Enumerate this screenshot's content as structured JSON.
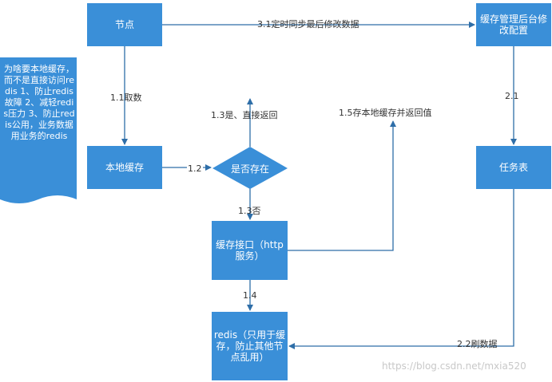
{
  "nodes": {
    "node": "节点",
    "cache_mgmt": "缓存管理后台修改配置",
    "local_cache": "本地缓存",
    "task_table": "任务表",
    "decision": "是否存在",
    "cache_api": "缓存接口（http服务）",
    "redis": "redis（只用于缓存，防止其他节点乱用）"
  },
  "edges": {
    "e31": "3.1定时同步最后修改数据",
    "e11": "1.1取数",
    "e21": "2.1",
    "e13_yes": "1.3是、直接返回",
    "e15": "1.5存本地缓存并返回值",
    "e12": "1.2",
    "e13_no": "1.3否",
    "e14": "1.4",
    "e22": "2.2刷数据"
  },
  "note": {
    "text": "为啥要本地缓存，而不是直接访问redis 1、防止redis故障 2、减轻redis压力 3、防止redis公用，业务数据用业务的redis"
  },
  "watermark": "https://blog.csdn.net/mxia520",
  "colors": {
    "box": "#3a8fd8",
    "arrow": "#2e6ea8"
  }
}
